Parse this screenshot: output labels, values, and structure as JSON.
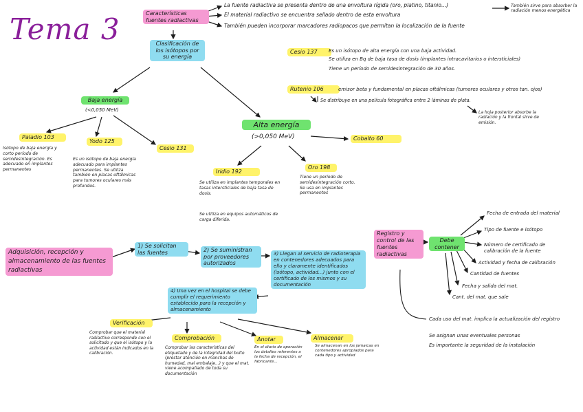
{
  "title": "Tema 3",
  "fuentes": {
    "label": "Características fuentes radiactivas",
    "notes": [
      "La fuente radiactiva se presenta dentro de una envoltura rígida (oro, platino, titanio...)",
      "El material radiactivo se encuentra sellado dentro de esta envoltura",
      "También pueden incorporar marcadores radiopacos que permitan la localización de la fuente"
    ],
    "side_note": "También sirve para absorber la radiación menos energética"
  },
  "clasificacion": {
    "label": "Clasificación de los isótopos por su energía"
  },
  "baja": {
    "label": "Baja energía",
    "range": "(<0,050 MeV)",
    "paladio": {
      "label": "Paladio 103",
      "desc": "Isótopo de baja energía y corto período de semidesintegración. Es adecuado en implantes permanentes"
    },
    "yodo": {
      "label": "Yodo 125",
      "desc": "Es un isótopo de baja energía adecuado para implantes permanentes. Se utiliza también en placas oftálmicas para tumores oculares más profundos."
    },
    "cesio131": {
      "label": "Cesio 131"
    }
  },
  "alta": {
    "label": "Alta energía",
    "range": "(>0,050 MeV)",
    "iridio": {
      "label": "Iridio 192",
      "desc": "Se utiliza en implantes temporales en tasas intersticiales de baja tasa de dosis.",
      "desc2": "Se utiliza en equipos automáticos de carga diferida."
    },
    "oro": {
      "label": "Oro 198",
      "desc": "Tiene un período de semidesintegración corto. Se usa en implantes permanentes"
    },
    "cobalto": {
      "label": "Cobalto 60"
    }
  },
  "cesio137": {
    "label": "Cesio 137",
    "lines": [
      "Es un isótopo de alta energía con una baja actividad.",
      "Se utiliza en Bq de baja tasa de dosis (implantes intracavitarios o intersticiales)",
      "Tiene un período de semidesintegración de 30 años."
    ]
  },
  "rutenio": {
    "label": "Rutenio 106",
    "line1": "emisor beta y fundamental en placas oftálmicas (tumores oculares y otros tan. ojos)",
    "line2": "Se distribuye en una película fotográfica entre 2 láminas de plata.",
    "note": "La hoja posterior absorbe la radiación y la frontal sirve de emisión."
  },
  "adquisicion": {
    "label": "Adquisición, recepción y almacenamiento de las fuentes radiactivas",
    "step1": "1) Se solicitan las fuentes",
    "step2": "2) Se suministran por proveedores autorizados",
    "step3": "3) Llegan al servicio de radioterapia en contenedores adecuados para ello y claramente identificados (isótopo, actividad...) junto con el certificado de los mismos y su documentación",
    "step4": "4) Una vez en el hospital se debe cumplir el requerimiento establecido para la recepción y almacenamiento",
    "verificacion": {
      "label": "Verificación",
      "desc": "Comprobar que el material radiactivo corresponde con el solicitado y que el isótopo y la actividad están indicados en la calibración."
    },
    "comprobacion": {
      "label": "Comprobación",
      "desc": "Comprobar las características del etiquetado y de la integridad del bulto (prestar atención en manchas de humedad, mal embalaje...) y que el mat. viene acompañado de toda su documentación"
    },
    "anotar": {
      "label": "Anotar",
      "desc": "En el diario de operación los detalles referentes a la fecha de recepción, el fabricante..."
    },
    "almacenar": {
      "label": "Almacenar",
      "desc": "Se almacenan en los jamaicas en contenedores apropiados para cada tipo y actividad"
    }
  },
  "registro": {
    "label": "Registro y control de las fuentes radiactivas",
    "debe": "Debe contener",
    "items": [
      "Fecha de entrada del material",
      "Tipo de fuente e isótopo",
      "Número de certificado de calibración de la fuente",
      "Actividad y fecha de calibración",
      "Cantidad de fuentes",
      "Fecha y salida del mat.",
      "Cant. del mat. que sale"
    ],
    "notes": [
      "Cada uso del mat. implica la actualización del registro",
      "Se asignan unas eventuales personas",
      "Es importante la seguridad de la instalación"
    ]
  },
  "colors": {
    "title": "#8a1f9a",
    "pink": "#f59ad2",
    "cyan": "#8fdcf0",
    "yellow": "#fff36a",
    "green": "#6fe36f"
  }
}
